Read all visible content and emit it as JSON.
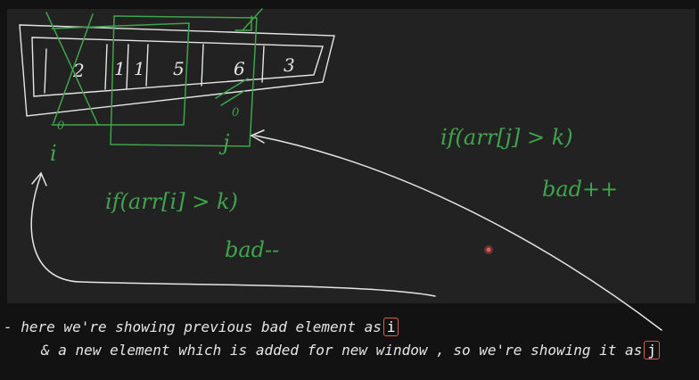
{
  "array": {
    "cells": [
      "",
      "2",
      "1",
      "1",
      "5",
      "6",
      "3"
    ]
  },
  "pointers": {
    "i": "i",
    "j": "j",
    "zero_i": "0",
    "zero_j": "0"
  },
  "conditions": {
    "left_if": "if(arr[i] > k)",
    "left_action": "bad--",
    "right_if": "if(arr[j] > k)",
    "right_action": "bad++"
  },
  "notes": {
    "line1_text": "- here we're showing previous bad element as",
    "line1_box": "i",
    "line2_text": "& a new element which is added for new window , so we're showing it as",
    "line2_box": "j"
  },
  "colors": {
    "background": "#121212",
    "board": "#222222",
    "chalk_white": "#e6e6e6",
    "chalk_green": "#3fa44b",
    "pointer_red": "#e05a4e"
  }
}
